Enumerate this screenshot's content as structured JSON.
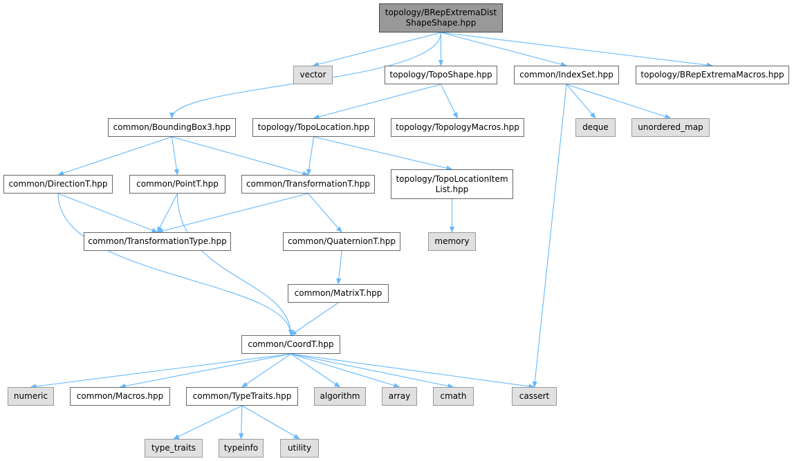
{
  "colors": {
    "edge": "#63b8ff",
    "node_border": "#666666",
    "system_fill": "#e0e0e0",
    "root_fill": "#999999"
  },
  "nodes": {
    "root": "topology/BRepExtremaDist\nShapeShape.hpp",
    "vector": "vector",
    "topo_shape": "topology/TopoShape.hpp",
    "index_set": "common/IndexSet.hpp",
    "brep_extrema_macros": "topology/BRepExtremaMacros.hpp",
    "bounding_box3": "common/BoundingBox3.hpp",
    "topo_location": "topology/TopoLocation.hpp",
    "topology_macros": "topology/TopologyMacros.hpp",
    "deque": "deque",
    "unordered_map": "unordered_map",
    "direction_t": "common/DirectionT.hpp",
    "point_t": "common/PointT.hpp",
    "transformation_t": "common/TransformationT.hpp",
    "topo_location_item_list": "topology/TopoLocationItem\nList.hpp",
    "transformation_type": "common/TransformationType.hpp",
    "quaternion_t": "common/QuaternionT.hpp",
    "memory": "memory",
    "matrix_t": "common/MatrixT.hpp",
    "coord_t": "common/CoordT.hpp",
    "numeric": "numeric",
    "macros": "common/Macros.hpp",
    "type_traits_hpp": "common/TypeTraits.hpp",
    "algorithm": "algorithm",
    "array": "array",
    "cmath": "cmath",
    "cassert": "cassert",
    "type_traits": "type_traits",
    "typeinfo": "typeinfo",
    "utility": "utility"
  },
  "edges": [
    [
      "root",
      "vector"
    ],
    [
      "root",
      "bounding_box3"
    ],
    [
      "root",
      "topo_shape"
    ],
    [
      "root",
      "index_set"
    ],
    [
      "root",
      "brep_extrema_macros"
    ],
    [
      "topo_shape",
      "topo_location"
    ],
    [
      "topo_shape",
      "topology_macros"
    ],
    [
      "index_set",
      "deque"
    ],
    [
      "index_set",
      "unordered_map"
    ],
    [
      "index_set",
      "cassert"
    ],
    [
      "bounding_box3",
      "direction_t"
    ],
    [
      "bounding_box3",
      "point_t"
    ],
    [
      "bounding_box3",
      "transformation_t"
    ],
    [
      "topo_location",
      "transformation_t"
    ],
    [
      "topo_location",
      "topo_location_item_list"
    ],
    [
      "topo_location_item_list",
      "memory"
    ],
    [
      "direction_t",
      "transformation_type"
    ],
    [
      "direction_t",
      "coord_t"
    ],
    [
      "point_t",
      "transformation_type"
    ],
    [
      "point_t",
      "coord_t"
    ],
    [
      "transformation_t",
      "transformation_type"
    ],
    [
      "transformation_t",
      "quaternion_t"
    ],
    [
      "quaternion_t",
      "matrix_t"
    ],
    [
      "matrix_t",
      "coord_t"
    ],
    [
      "coord_t",
      "numeric"
    ],
    [
      "coord_t",
      "macros"
    ],
    [
      "coord_t",
      "type_traits_hpp"
    ],
    [
      "coord_t",
      "algorithm"
    ],
    [
      "coord_t",
      "array"
    ],
    [
      "coord_t",
      "cmath"
    ],
    [
      "coord_t",
      "cassert"
    ],
    [
      "type_traits_hpp",
      "type_traits"
    ],
    [
      "type_traits_hpp",
      "typeinfo"
    ],
    [
      "type_traits_hpp",
      "utility"
    ]
  ]
}
